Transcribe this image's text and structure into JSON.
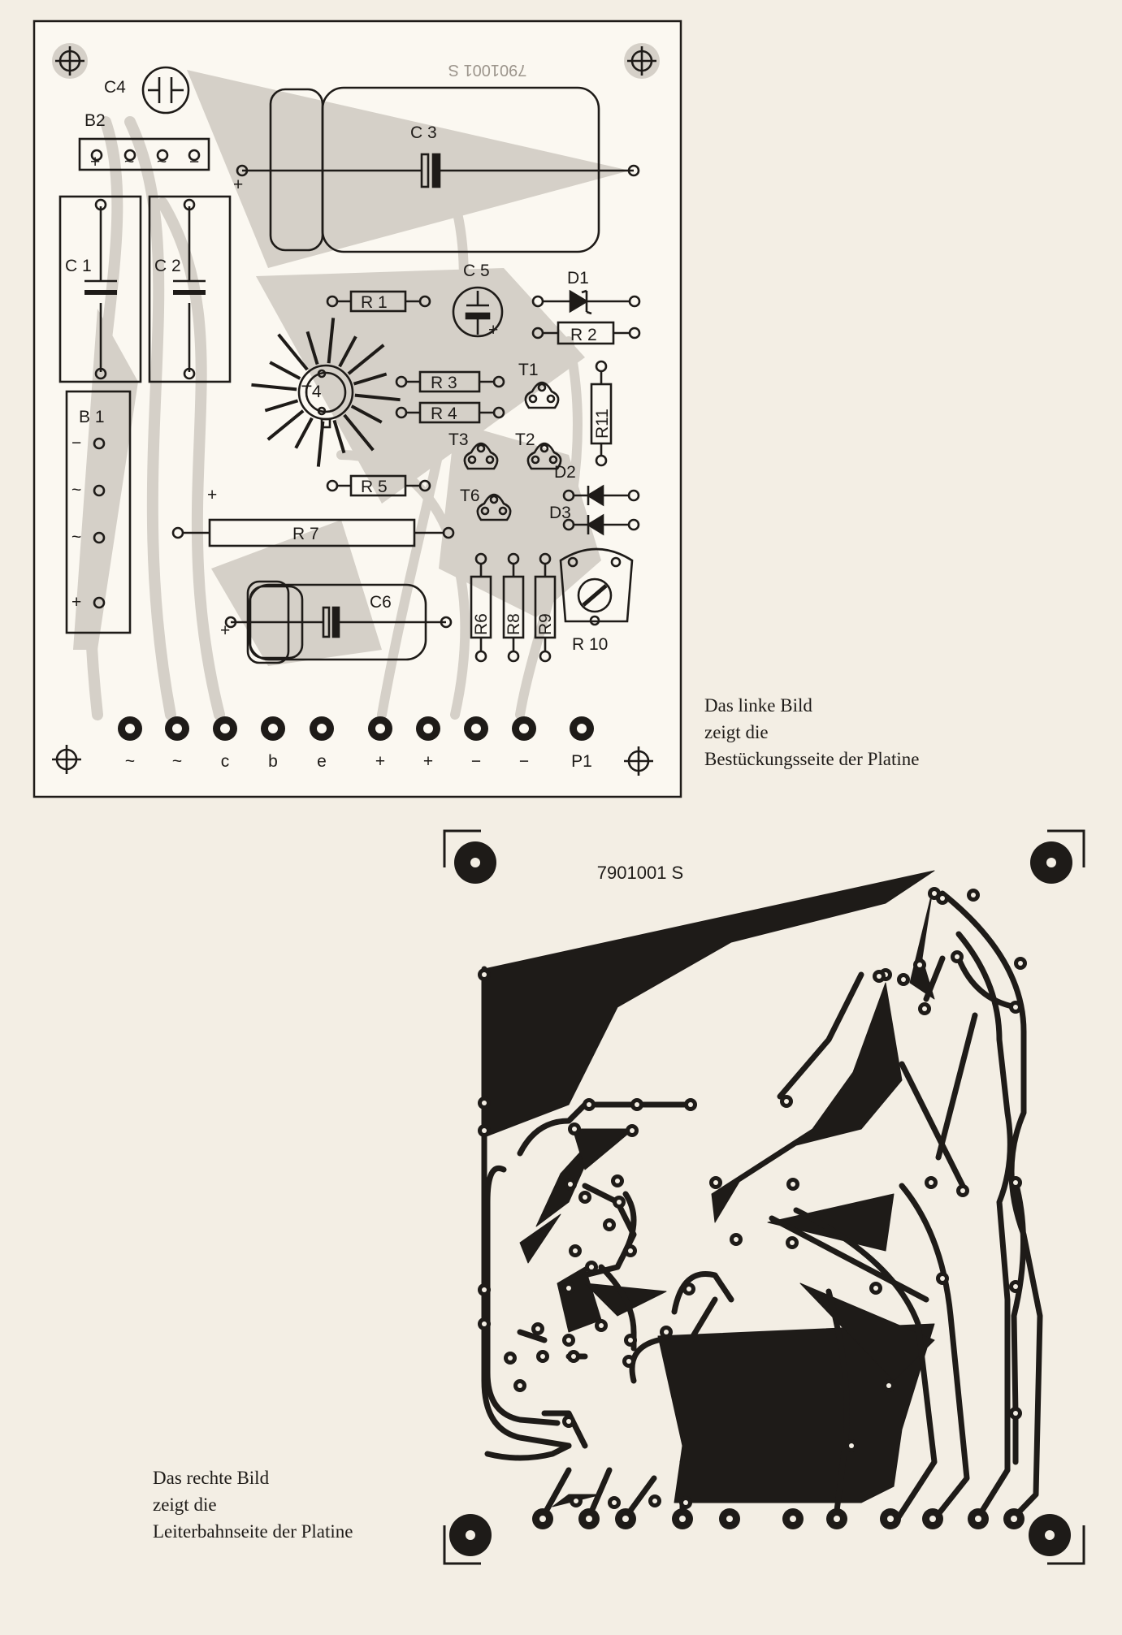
{
  "captions": {
    "left": [
      "Das linke Bild",
      "zeigt die",
      "Bestückungsseite der Platine"
    ],
    "right": [
      "Das rechte Bild",
      "zeigt die",
      "Leiterbahnseite der Platine"
    ]
  },
  "component_board": {
    "mirrored_code": "7901001 S",
    "labels": {
      "C4": "C4",
      "B2": "B2",
      "C3": "C 3",
      "C1": "C 1",
      "C2": "C 2",
      "C5": "C 5",
      "D1": "D1",
      "R1": "R 1",
      "R2": "R 2",
      "T4": "T4",
      "R3": "R 3",
      "R4": "R 4",
      "T1": "T1",
      "R11": "R11",
      "B1": "B 1",
      "T3": "T3",
      "T2": "T2",
      "D2": "D2",
      "D3": "D3",
      "R5": "R 5",
      "T6": "T6",
      "R7": "R 7",
      "C6": "C6",
      "R6": "R6",
      "R8": "R8",
      "R9": "R9",
      "R10": "R 10"
    },
    "b2_pins": [
      "+",
      "~",
      "~",
      "−"
    ],
    "b1_pins": [
      "−",
      "~",
      "~",
      "+"
    ],
    "plus_marks": [
      "+",
      "+",
      "+",
      "+",
      "+"
    ],
    "terminals": [
      "~",
      "~",
      "c",
      "b",
      "e",
      "+",
      "+",
      "−",
      "−",
      "P1"
    ]
  },
  "copper_board": {
    "code": "7901001 S"
  },
  "colors": {
    "ink": "#1e1b18",
    "paper": "#f3eee4",
    "board": "#fbf8f1",
    "shade": "#d5d0c8"
  }
}
